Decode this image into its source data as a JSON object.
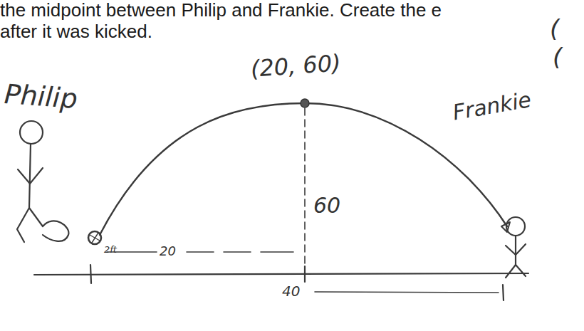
{
  "diagram": {
    "labels": [
      "the midpoint between Philip and Frankie. Create the e",
      "after it was kicked.",
      "(",
      "(",
      "Philip",
      "(20, 60)",
      "Frankie",
      "60",
      "2ft",
      "20",
      "40"
    ]
  }
}
